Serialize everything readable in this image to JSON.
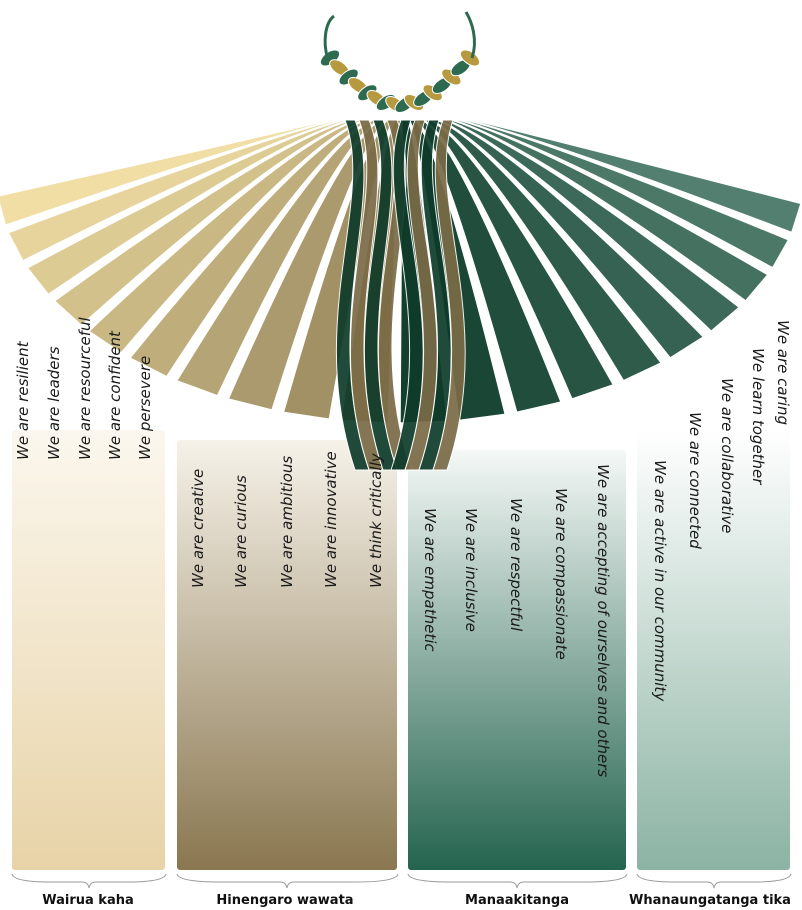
{
  "groups": [
    {
      "name": "Wairua kaha",
      "colors": [
        "#fbf7ee",
        "#e8d3a7"
      ],
      "values": [
        "We are resilient",
        "We are leaders",
        "We are resourceful",
        "We are confident",
        "We persevere"
      ]
    },
    {
      "name": "Hinengaro wawata",
      "colors": [
        "#f6f2e9",
        "#8a7750"
      ],
      "values": [
        "We are creative",
        "We are curious",
        "We are ambitious",
        "We are innovative",
        "We think critically"
      ]
    },
    {
      "name": "Manaakitanga",
      "colors": [
        "#f4f8f6",
        "#24644e"
      ],
      "values": [
        "We are empathetic",
        "We are inclusive",
        "We are respectful",
        "We are compassionate",
        "We are accepting of ourselves and others"
      ]
    },
    {
      "name": "Whanaungatanga tika",
      "colors": [
        "#ffffff",
        "#8bb3a3"
      ],
      "values": [
        "We are caring",
        "We learn together",
        "We are collaborative",
        "We are connected",
        "We are active in our community"
      ]
    }
  ],
  "palette": {
    "gold_light": "#f1dea4",
    "gold_dark": "#7a6b46",
    "green_light": "#6f9c8c",
    "green_dark": "#0e3b2a",
    "braid_gold": "#b79a3f",
    "braid_green": "#2d6a4f"
  }
}
